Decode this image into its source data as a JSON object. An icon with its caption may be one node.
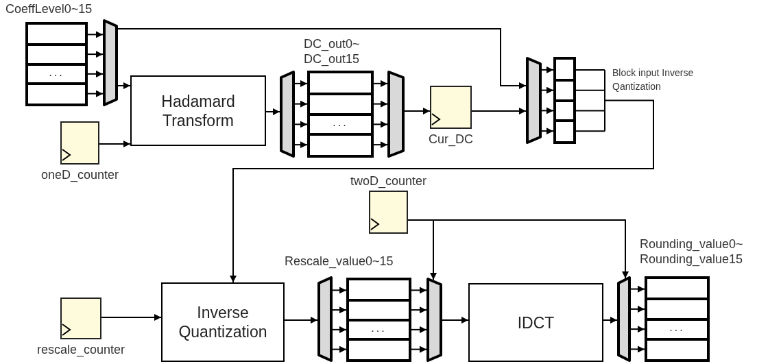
{
  "diagram": {
    "nodes": [
      {
        "text": [
          "CoeffLevel0~15",
          "..."
        ]
      },
      {
        "text": [],
        "shape": "trapezoid"
      },
      {
        "text": [
          "Hadamard Transform"
        ]
      },
      {
        "text": [
          "oneD_counter"
        ]
      },
      {
        "text": [],
        "shape": "trapezoid"
      },
      {
        "text": [
          "DC_out0~ DC_out15",
          "..."
        ]
      },
      {
        "text": [],
        "shape": "trapezoid"
      },
      {
        "text": [
          "Cur_DC"
        ]
      },
      {
        "text": [],
        "shape": "trapezoid"
      },
      {
        "text": [
          "Block input Inverse Qantization"
        ]
      },
      {
        "text": [
          "twoD_counter"
        ]
      },
      {
        "text": [
          "rescale_counter"
        ]
      },
      {
        "text": [
          "Inverse Quantization"
        ]
      },
      {
        "text": [],
        "shape": "trapezoid"
      },
      {
        "text": [
          "Rescale_value0~15",
          "..."
        ]
      },
      {
        "text": [],
        "shape": "trapezoid"
      },
      {
        "text": [
          "IDCT"
        ]
      },
      {
        "text": [],
        "shape": "trapezoid"
      },
      {
        "text": [
          "Rounding_value0~ Rounding_value15",
          "..."
        ]
      }
    ],
    "edges": [
      {
        "from": 0,
        "to": 1,
        "arrow": "to"
      },
      {
        "from": 0,
        "to": 1,
        "arrow": "to"
      },
      {
        "from": 0,
        "to": 1,
        "arrow": "to"
      },
      {
        "from": 0,
        "to": 1,
        "arrow": "to"
      },
      {
        "from": 1,
        "to": 2,
        "arrow": "to"
      },
      {
        "from": 1,
        "to": 8,
        "arrow": "to"
      },
      {
        "from": 3,
        "to": 2,
        "arrow": "to"
      },
      {
        "from": 2,
        "to": 4,
        "arrow": "to"
      },
      {
        "from": 4,
        "to": 5,
        "arrow": "to"
      },
      {
        "from": 4,
        "to": 5,
        "arrow": "to"
      },
      {
        "from": 4,
        "to": 5,
        "arrow": "to"
      },
      {
        "from": 4,
        "to": 5,
        "arrow": "to"
      },
      {
        "from": 5,
        "to": 6,
        "arrow": "to"
      },
      {
        "from": 5,
        "to": 6,
        "arrow": "to"
      },
      {
        "from": 5,
        "to": 6,
        "arrow": "to"
      },
      {
        "from": 5,
        "to": 6,
        "arrow": "to"
      },
      {
        "from": 6,
        "to": 7,
        "arrow": "to"
      },
      {
        "from": 7,
        "to": 8,
        "arrow": "to"
      },
      {
        "from": 8,
        "to": 9,
        "arrow": "to"
      },
      {
        "from": 8,
        "to": 9,
        "arrow": "to"
      },
      {
        "from": 8,
        "to": 9,
        "arrow": "to"
      },
      {
        "from": 8,
        "to": 9,
        "arrow": "to"
      },
      {
        "from": 9,
        "to": 12,
        "arrow": "to"
      },
      {
        "from": 10,
        "to": 15,
        "arrow": "to"
      },
      {
        "from": 10,
        "to": 17,
        "arrow": "to"
      },
      {
        "from": 11,
        "to": 12,
        "arrow": "to"
      },
      {
        "from": 12,
        "to": 13,
        "arrow": "to"
      },
      {
        "from": 13,
        "to": 14,
        "arrow": "to"
      },
      {
        "from": 13,
        "to": 14,
        "arrow": "to"
      },
      {
        "from": 13,
        "to": 14,
        "arrow": "to"
      },
      {
        "from": 13,
        "to": 14,
        "arrow": "to"
      },
      {
        "from": 14,
        "to": 15,
        "arrow": "to"
      },
      {
        "from": 14,
        "to": 15,
        "arrow": "to"
      },
      {
        "from": 14,
        "to": 15,
        "arrow": "to"
      },
      {
        "from": 14,
        "to": 15,
        "arrow": "to"
      },
      {
        "from": 15,
        "to": 16,
        "arrow": "to"
      },
      {
        "from": 16,
        "to": 17,
        "arrow": "to"
      },
      {
        "from": 17,
        "to": 18,
        "arrow": "to"
      },
      {
        "from": 17,
        "to": 18,
        "arrow": "to"
      },
      {
        "from": 17,
        "to": 18,
        "arrow": "to"
      },
      {
        "from": 17,
        "to": 18,
        "arrow": "to"
      }
    ]
  }
}
